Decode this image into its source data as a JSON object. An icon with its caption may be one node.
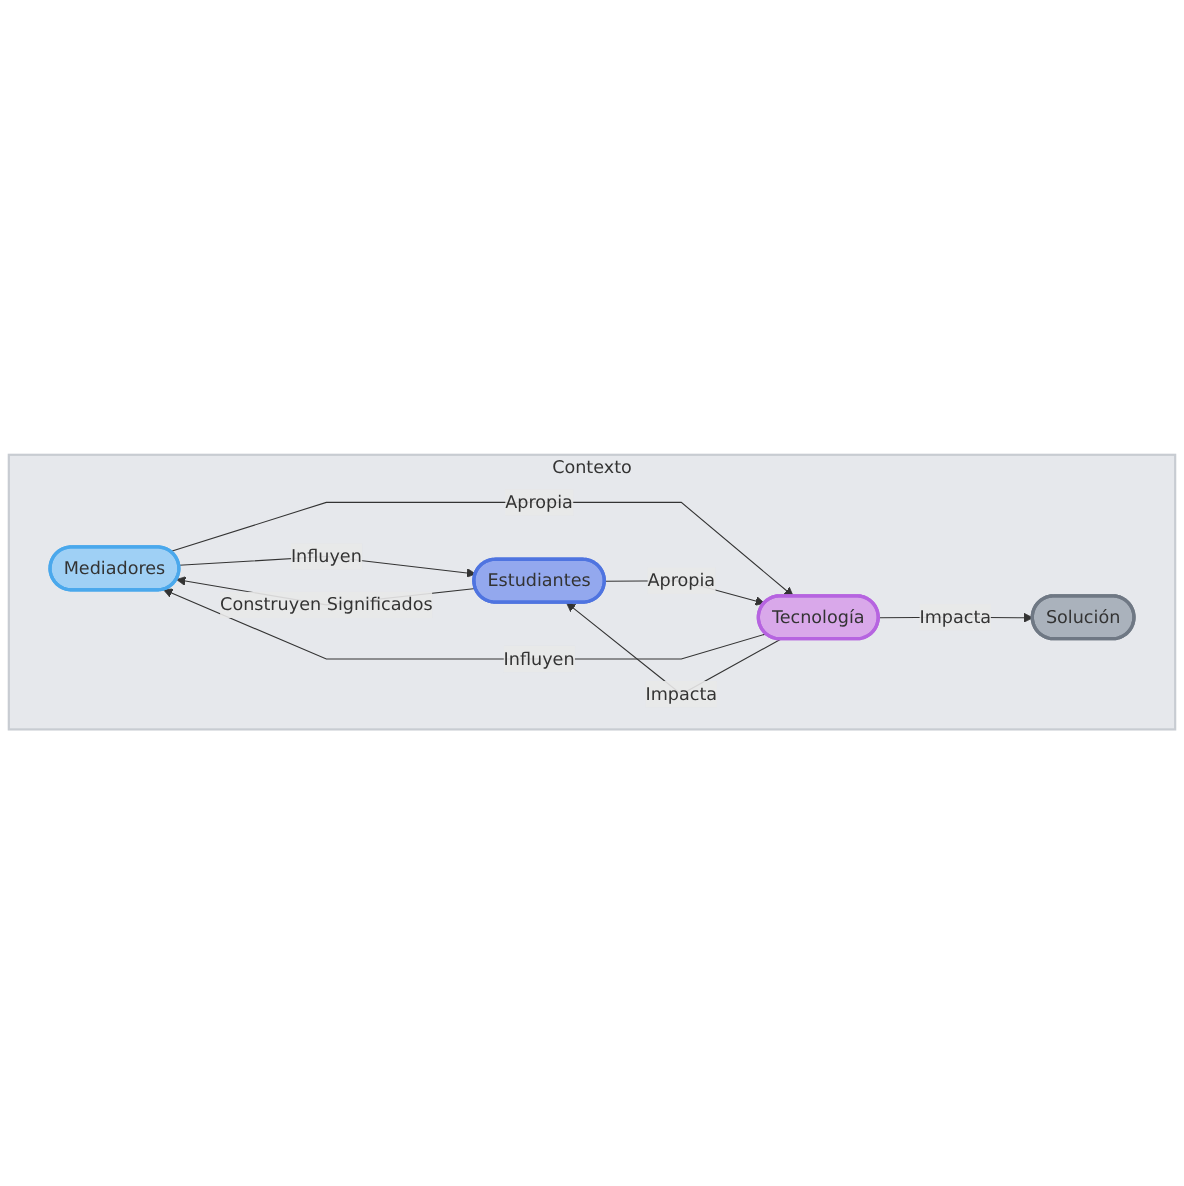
{
  "diagram": {
    "nodes": [
      {
        "text": [
          "Contexto"
        ]
      },
      {
        "text": [
          "Mediadores"
        ],
        "in": 0
      },
      {
        "text": [
          "Tecnología"
        ],
        "in": 0
      },
      {
        "text": [
          "Estudiantes"
        ],
        "in": 0
      },
      {
        "text": [
          "Solución"
        ],
        "in": 0
      }
    ],
    "edges": [
      {
        "from": 2,
        "to": 1,
        "arrow": "to",
        "label": "Influyen"
      },
      {
        "from": 1,
        "to": 3,
        "arrow": "to",
        "label": "Influyen"
      },
      {
        "from": 3,
        "to": 1,
        "arrow": "to",
        "label": "Construyen Significados"
      },
      {
        "from": 1,
        "to": 2,
        "arrow": "to",
        "label": "Apropia"
      },
      {
        "from": 3,
        "to": 2,
        "arrow": "to",
        "label": "Apropia"
      },
      {
        "from": 2,
        "to": 3,
        "arrow": "to",
        "label": "Impacta"
      },
      {
        "from": 2,
        "to": 4,
        "arrow": "to",
        "label": "Impacta"
      }
    ]
  }
}
